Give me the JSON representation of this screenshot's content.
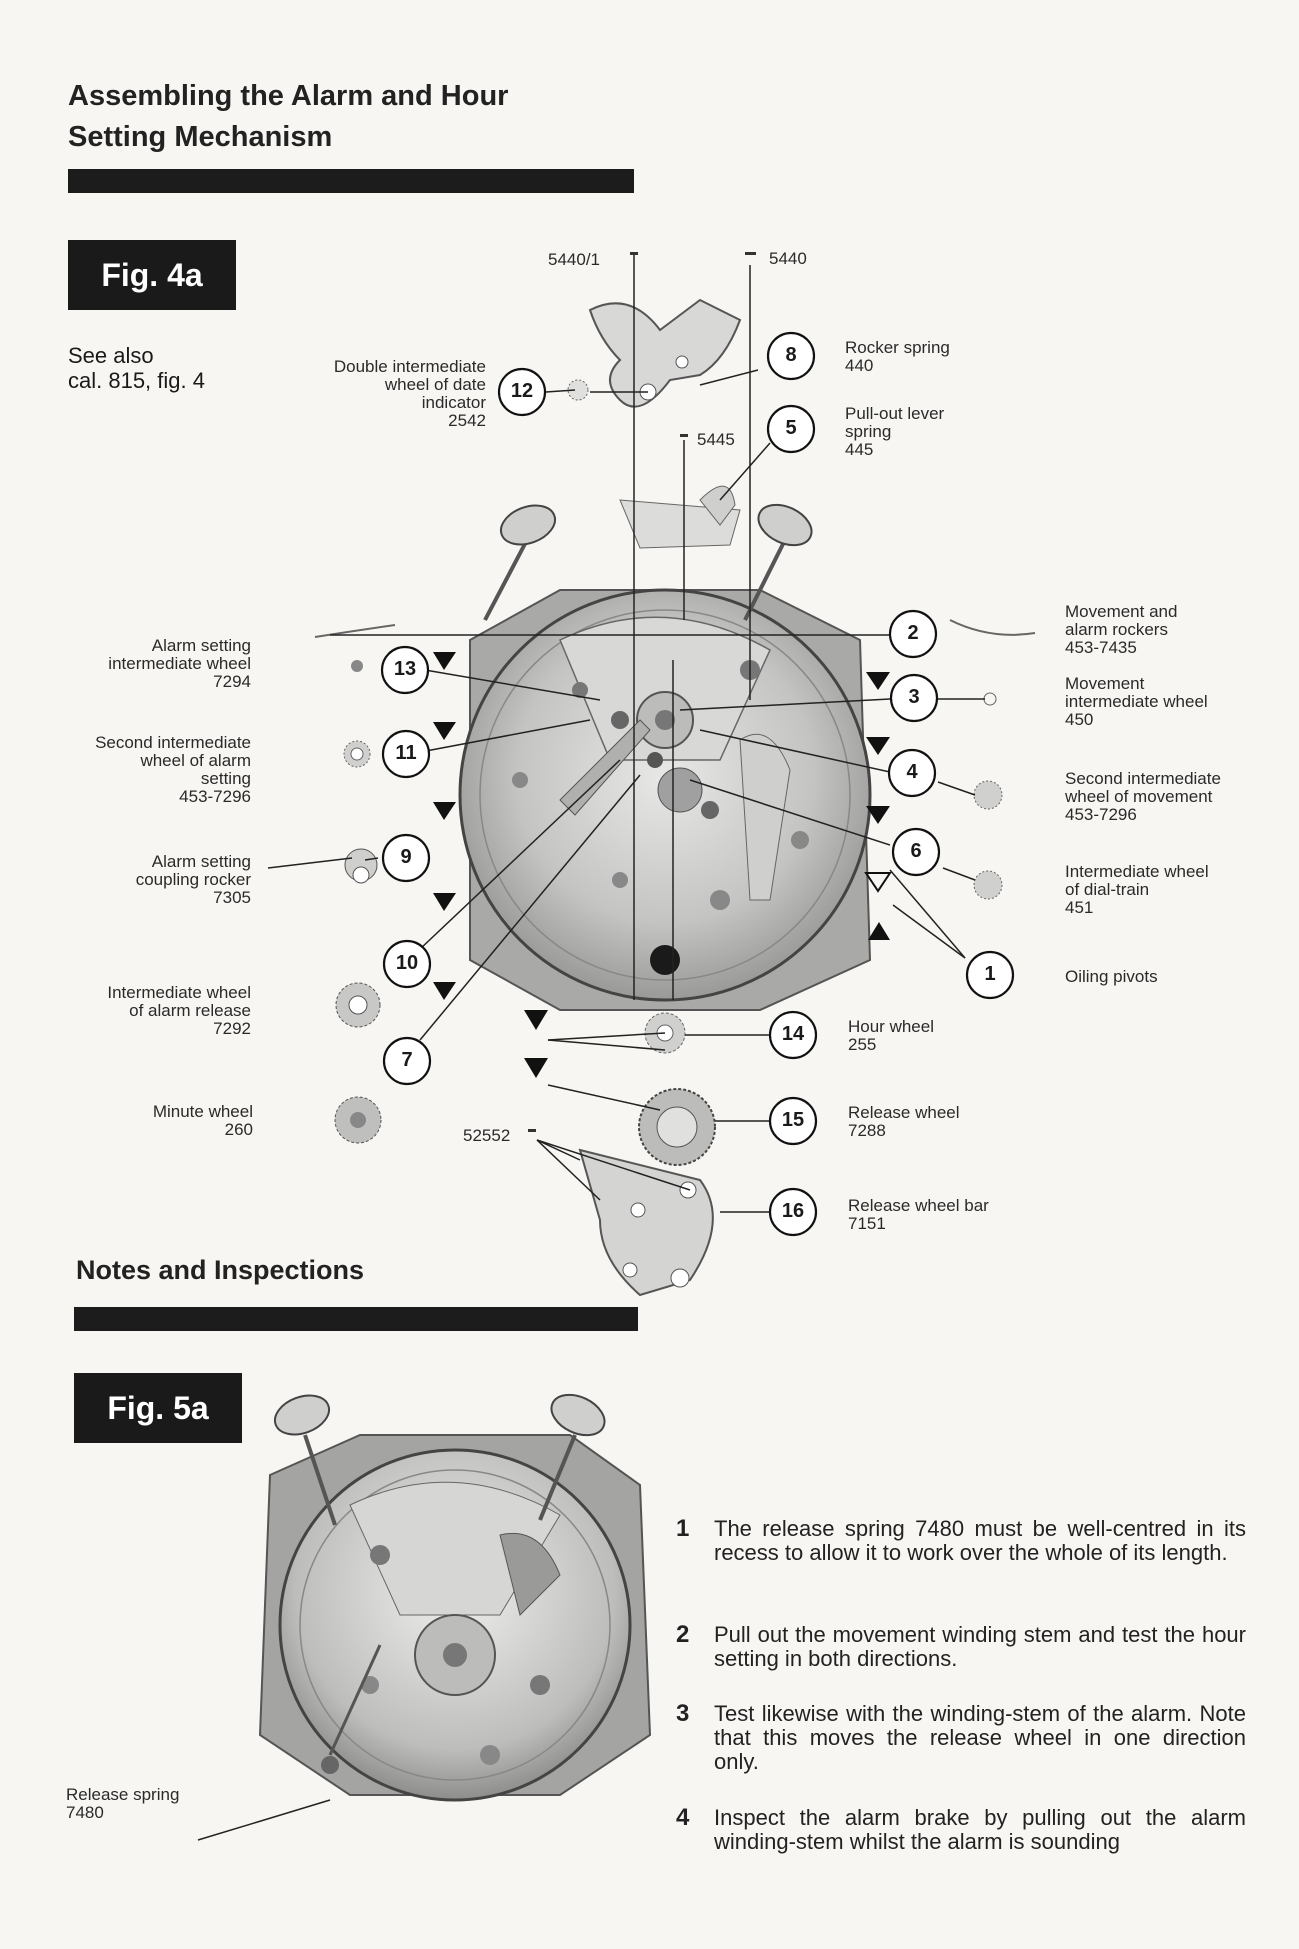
{
  "heading": {
    "line1": "Assembling the Alarm and Hour",
    "line2": "Setting Mechanism"
  },
  "fig4a": {
    "label": "Fig. 4a",
    "see_also_1": "See also",
    "see_also_2": "cal. 815, fig. 4"
  },
  "top_parts": {
    "p5440_1": "5440/1",
    "p5440": "5440",
    "p5445": "5445",
    "p52552": "52552"
  },
  "left_labels": [
    {
      "lines": [
        "Double intermediate",
        "wheel of date",
        "indicator",
        "2542"
      ]
    },
    {
      "lines": [
        "Alarm setting",
        "intermediate wheel",
        "7294"
      ]
    },
    {
      "lines": [
        "Second intermediate",
        "wheel of alarm",
        "setting",
        "453-7296"
      ]
    },
    {
      "lines": [
        "Alarm setting",
        "coupling rocker",
        "7305"
      ]
    },
    {
      "lines": [
        "Intermediate wheel",
        "of alarm release",
        "7292"
      ]
    },
    {
      "lines": [
        "Minute wheel",
        "260"
      ]
    }
  ],
  "right_labels": [
    {
      "lines": [
        "Rocker spring",
        "440"
      ]
    },
    {
      "lines": [
        "Pull-out lever",
        "spring",
        "445"
      ]
    },
    {
      "lines": [
        "Movement and",
        "alarm rockers",
        "453-7435"
      ]
    },
    {
      "lines": [
        "Movement",
        "intermediate wheel",
        "450"
      ]
    },
    {
      "lines": [
        "Second intermediate",
        "wheel of movement",
        "453-7296"
      ]
    },
    {
      "lines": [
        "Intermediate wheel",
        "of dial-train",
        "451"
      ]
    },
    {
      "lines": [
        "Oiling pivots"
      ]
    },
    {
      "lines": [
        "Hour wheel",
        "255"
      ]
    },
    {
      "lines": [
        "Release wheel",
        "7288"
      ]
    },
    {
      "lines": [
        "Release wheel bar",
        "7151"
      ]
    }
  ],
  "callouts": [
    "1",
    "2",
    "3",
    "4",
    "5",
    "6",
    "7",
    "8",
    "9",
    "10",
    "11",
    "12",
    "13",
    "14",
    "15",
    "16"
  ],
  "notes": {
    "title": "Notes and Inspections",
    "fig_label": "Fig. 5a",
    "release_spring_1": "Release spring",
    "release_spring_2": "7480",
    "items": [
      {
        "num": "1",
        "text": "The release spring 7480 must be well-centred in its recess to allow it to work over the whole of its length."
      },
      {
        "num": "2",
        "text": "Pull out the movement winding stem and test the hour setting in both directions."
      },
      {
        "num": "3",
        "text": "Test likewise with the winding-stem of the alarm. Note that this moves the release wheel in one direction only."
      },
      {
        "num": "4",
        "text": "Inspect the alarm brake by pulling out the alarm winding-stem whilst the alarm is sounding"
      }
    ]
  }
}
